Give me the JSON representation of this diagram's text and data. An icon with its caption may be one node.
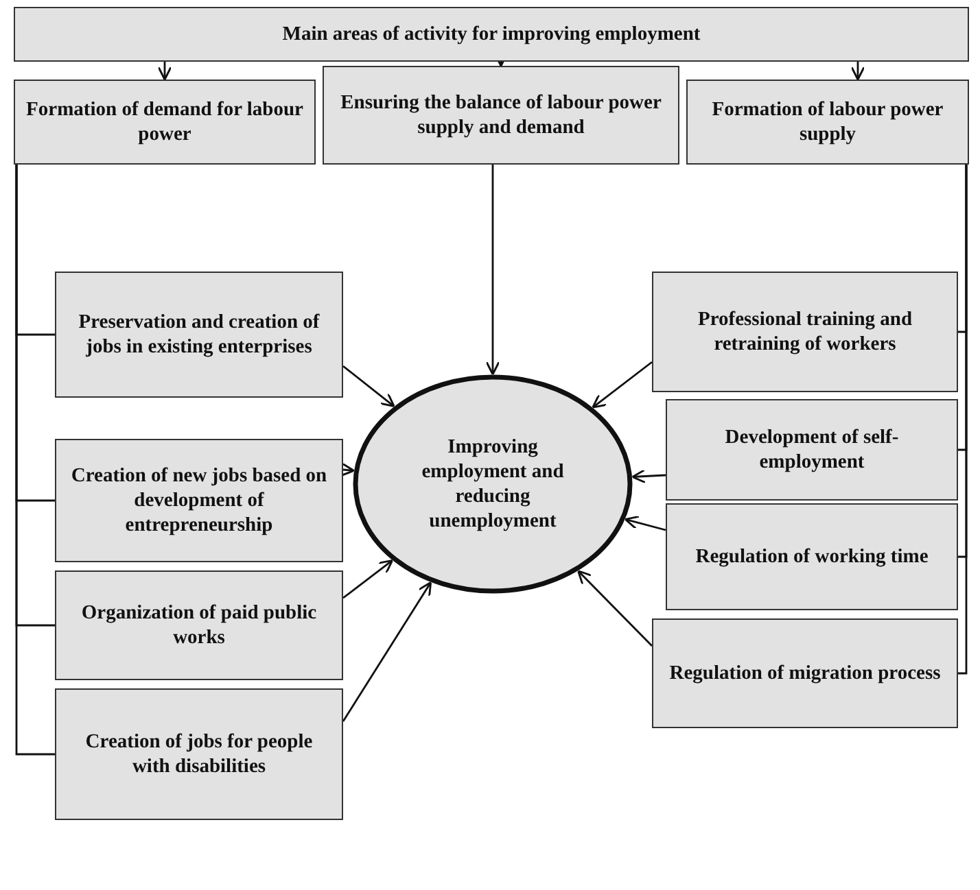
{
  "diagram": {
    "nodes": [
      {
        "text": [
          "Main areas of activity for improving employment"
        ]
      },
      {
        "text": [
          "Formation of demand for labour power"
        ]
      },
      {
        "text": [
          "Ensuring the balance of labour power supply and demand"
        ]
      },
      {
        "text": [
          "Formation of labour power supply"
        ]
      },
      {
        "text": [
          "Preservation and creation of jobs in existing enterprises"
        ]
      },
      {
        "text": [
          "Creation of new jobs based on development of entrepreneurship"
        ]
      },
      {
        "text": [
          "Organization of paid public works"
        ]
      },
      {
        "text": [
          "Creation of jobs for people with disabilities"
        ]
      },
      {
        "text": [
          "Professional training and retraining of workers"
        ]
      },
      {
        "text": [
          "Development of self-employment"
        ]
      },
      {
        "text": [
          "Regulation of working time"
        ]
      },
      {
        "text": [
          "Regulation of migration process"
        ]
      },
      {
        "text": [
          "Improving employment and reducing unemployment"
        ]
      }
    ],
    "edges": [
      {
        "from": 0,
        "to": 1,
        "arrow": "to"
      },
      {
        "from": 0,
        "to": 2,
        "arrow": "to"
      },
      {
        "from": 0,
        "to": 3,
        "arrow": "to"
      },
      {
        "from": 1,
        "to": 4,
        "arrow": "none"
      },
      {
        "from": 1,
        "to": 5,
        "arrow": "none"
      },
      {
        "from": 1,
        "to": 6,
        "arrow": "none"
      },
      {
        "from": 1,
        "to": 7,
        "arrow": "none"
      },
      {
        "from": 3,
        "to": 8,
        "arrow": "none"
      },
      {
        "from": 3,
        "to": 9,
        "arrow": "none"
      },
      {
        "from": 3,
        "to": 10,
        "arrow": "none"
      },
      {
        "from": 3,
        "to": 11,
        "arrow": "none"
      },
      {
        "from": 2,
        "to": 12,
        "arrow": "to"
      },
      {
        "from": 4,
        "to": 12,
        "arrow": "to"
      },
      {
        "from": 5,
        "to": 12,
        "arrow": "to"
      },
      {
        "from": 6,
        "to": 12,
        "arrow": "to"
      },
      {
        "from": 7,
        "to": 12,
        "arrow": "to"
      },
      {
        "from": 8,
        "to": 12,
        "arrow": "to"
      },
      {
        "from": 9,
        "to": 12,
        "arrow": "to"
      },
      {
        "from": 10,
        "to": 12,
        "arrow": "to"
      },
      {
        "from": 11,
        "to": 12,
        "arrow": "to"
      }
    ]
  }
}
